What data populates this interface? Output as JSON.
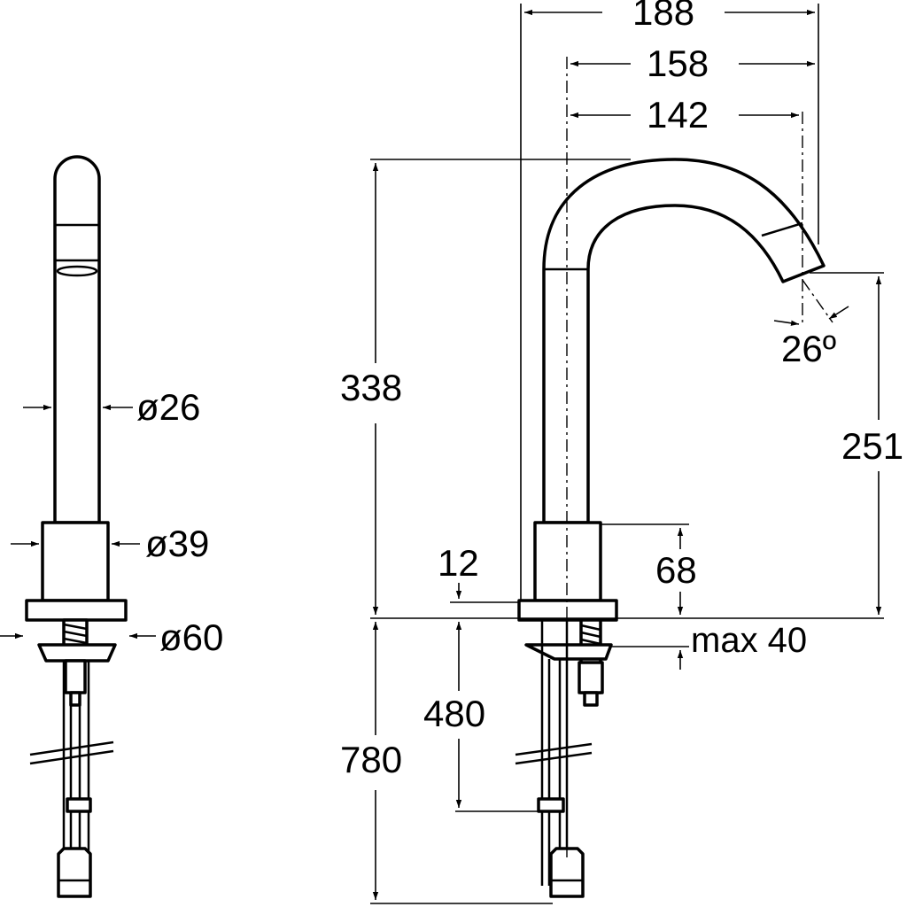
{
  "side_view": {
    "dim_spout_diameter": "ø26",
    "dim_body_diameter": "ø39",
    "dim_base_diameter": "ø60"
  },
  "front_view": {
    "dim_overall_reach": "188",
    "dim_outlet_reach": "158",
    "dim_spout_reach": "142",
    "dim_total_height": "338",
    "dim_outlet_height": "251",
    "dim_outlet_angle": "26º",
    "dim_body_height": "68",
    "dim_base_thickness": "12",
    "dim_max_deck": "max 40",
    "dim_shank_length": "480",
    "dim_hose_length": "780"
  }
}
